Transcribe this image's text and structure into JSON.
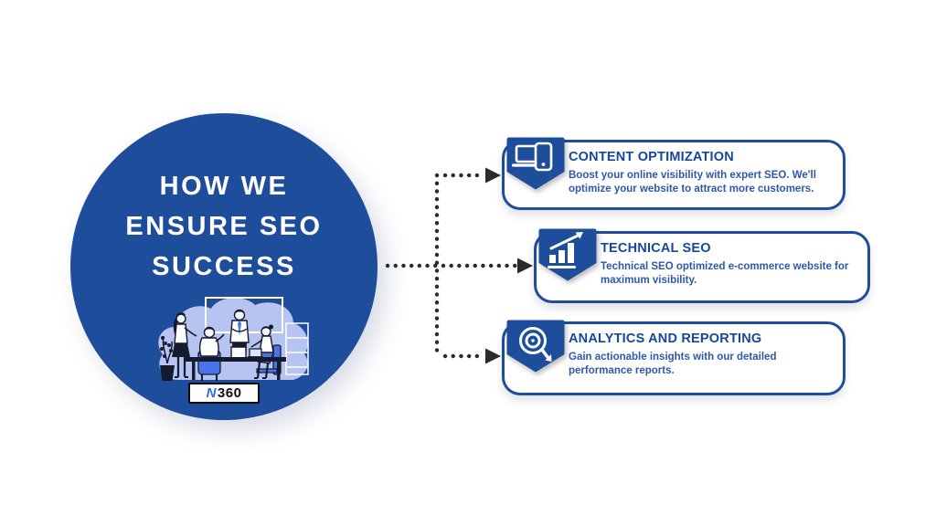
{
  "colors": {
    "primary_blue": "#1e4e9b",
    "card_border": "#1e4e9b",
    "card_title_text": "#16479e",
    "card_body_text": "#2e58a8",
    "connector_dark": "#2b2b2b",
    "illustration_light_blue": "#b7c4f1",
    "illustration_accent_blue": "#4a74e8",
    "logo_blue": "#2f6fe4"
  },
  "circle": {
    "title_lines": [
      "HOW WE",
      "ENSURE SEO",
      "SUCCESS"
    ]
  },
  "logo": {
    "n": "N",
    "suffix": "360"
  },
  "cards": [
    {
      "title": "CONTENT OPTIMIZATION",
      "description": "Boost your online visibility with expert SEO. We'll optimize your website to attract more customers.",
      "icon": "laptop-phone-devices"
    },
    {
      "title": "TECHNICAL SEO",
      "description": "Technical SEO optimized e-commerce website for maximum visibility.",
      "icon": "growth-bar-chart"
    },
    {
      "title": "ANALYTICS AND REPORTING",
      "description": "Gain actionable insights with our detailed performance reports.",
      "icon": "target-bullseye"
    }
  ]
}
